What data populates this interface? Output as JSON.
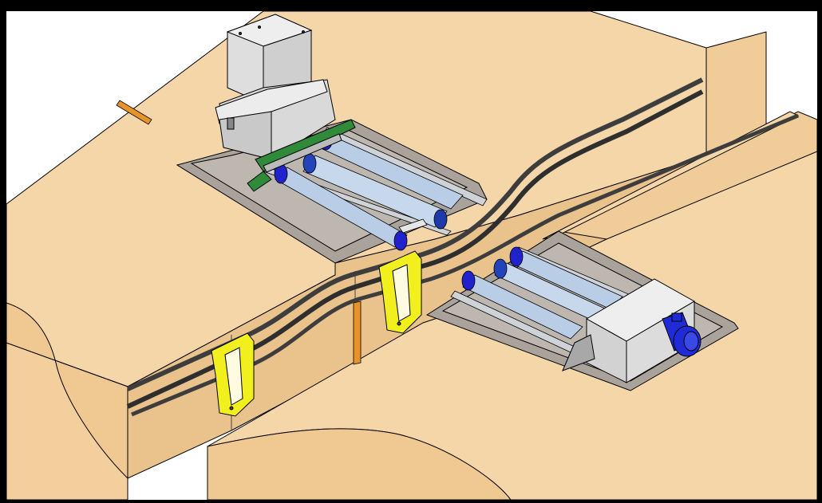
{
  "viewport": {
    "background": "#ffffff",
    "frame_color": "#000000"
  },
  "colors": {
    "soil": "#f5d6a8",
    "soil_side": "#f0cc98",
    "slab": "#a9a39c",
    "housing": "#d9d9d9",
    "housing_dark": "#b8b8b8",
    "roller": "#b9cde6",
    "roller_cap": "#2222cc",
    "motor": "#1f2bd6",
    "rail": "#3d3d3d",
    "bracket": "#f2ef1e",
    "pcb": "#2f8a3a",
    "pipe": "#e8922a"
  },
  "parts": {
    "dispenser_unit": "dispenser-housing",
    "drive_unit": "drive-housing-with-motor",
    "guide_rail": "double-guide-rail",
    "hangers": "yellow-hanger-brackets",
    "conduit": "orange-conduit-pipe"
  }
}
